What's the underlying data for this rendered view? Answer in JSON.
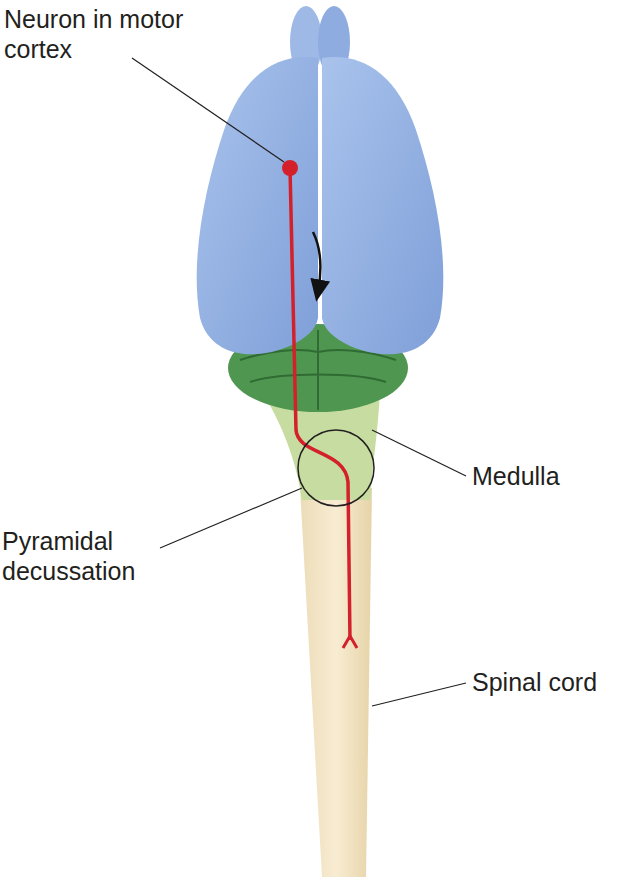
{
  "diagram": {
    "labels": [
      "Neuron in motor cortex",
      "Medulla",
      "Pyramidal decussation",
      "Spinal cord"
    ]
  }
}
